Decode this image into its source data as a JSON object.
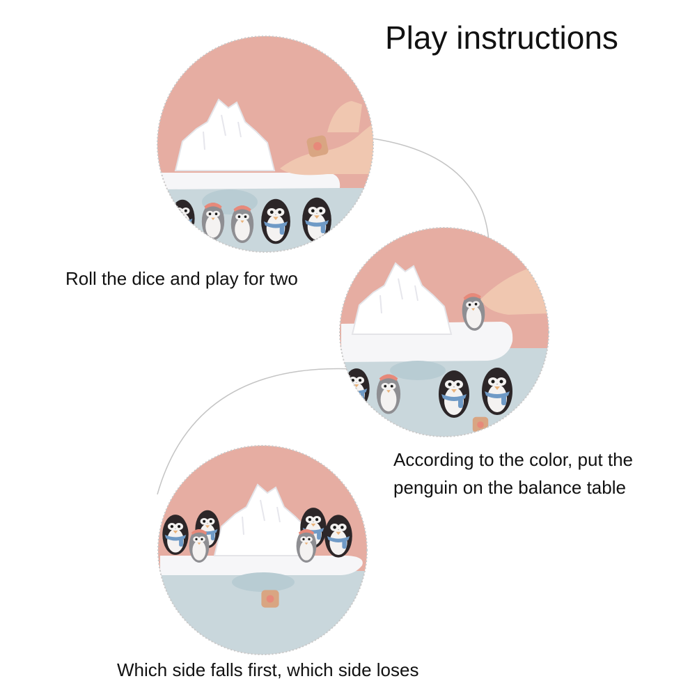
{
  "title": "Play instructions",
  "steps": [
    {
      "caption": "Roll the dice and play for two"
    },
    {
      "caption_lines": [
        "According to the color, put the",
        "penguin on the balance table"
      ]
    },
    {
      "caption": "Which side falls first, which side loses"
    }
  ],
  "colors": {
    "wall_pink": "#e6ada2",
    "table_blue": "#c9d7dc",
    "board_white": "#f6f6f8",
    "penguin_black": "#2c2628",
    "penguin_grey": "#8e8e92",
    "scarf_blue": "#6f9ac6",
    "hat_coral": "#e7897a",
    "dice": "#d9a582",
    "skin": "#f0c7b0",
    "dashed_border": "#c8c8c8",
    "connector": "#c4c4c4"
  }
}
